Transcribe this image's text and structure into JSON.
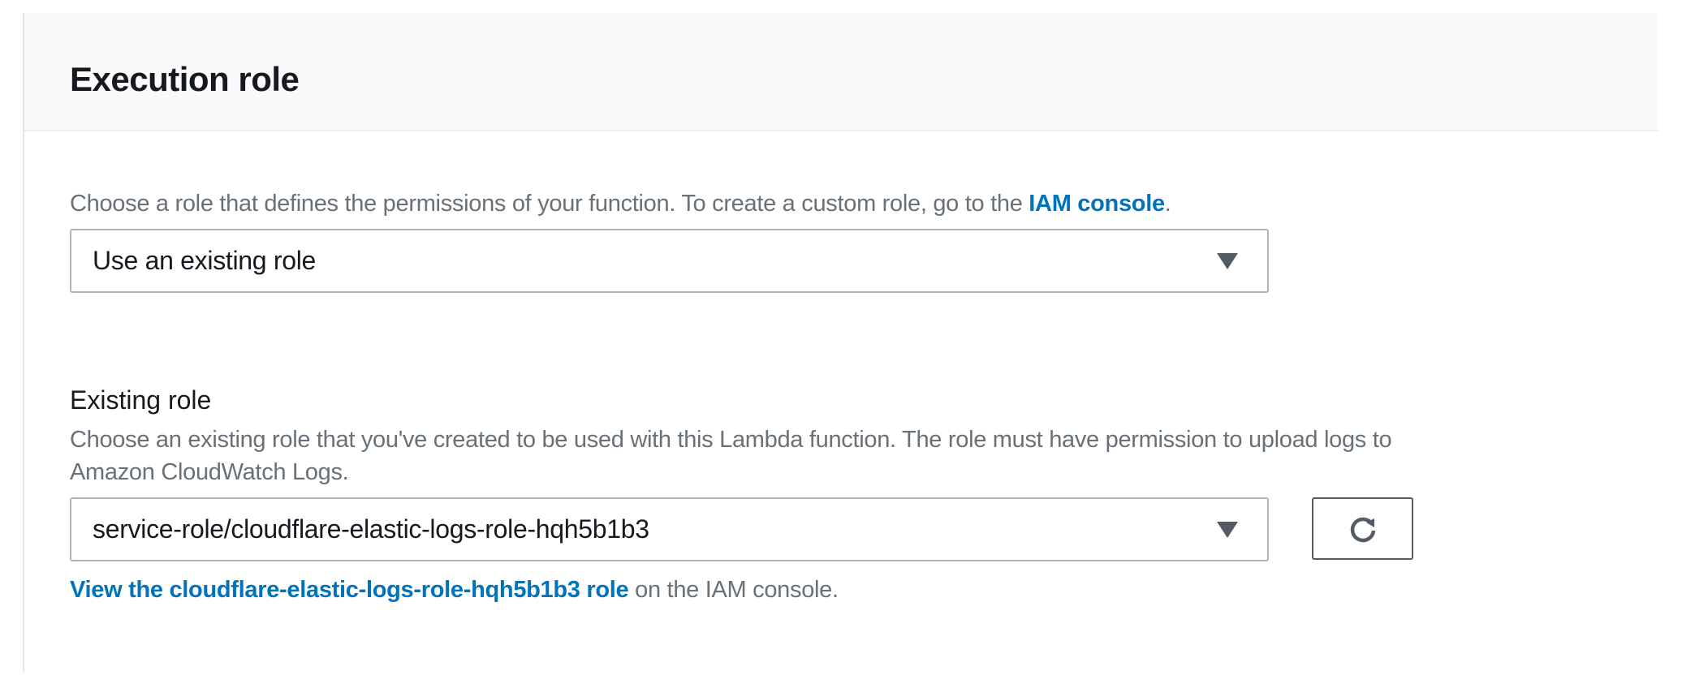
{
  "section": {
    "title": "Execution role"
  },
  "role_choice": {
    "description_prefix": "Choose a role that defines the permissions of your function. To create a custom role, go to the ",
    "description_link": "IAM console",
    "description_suffix": ".",
    "selected": "Use an existing role",
    "caret_icon": "caret-down-icon"
  },
  "existing_role": {
    "label": "Existing role",
    "description_line1": "Choose an existing role that you've created to be used with this Lambda function. The role must have permission to upload logs to",
    "description_line2": "Amazon CloudWatch Logs.",
    "selected": "service-role/cloudflare-elastic-logs-role-hqh5b1b3",
    "refresh_icon": "refresh-icon",
    "view_link": "View the cloudflare-elastic-logs-role-hqh5b1b3 role",
    "view_suffix": " on the IAM console."
  },
  "colors": {
    "link": "#0073bb",
    "text": "#16191f",
    "secondary_text": "#687078",
    "header_bg": "#fafafa",
    "input_border": "#aab7b8"
  }
}
